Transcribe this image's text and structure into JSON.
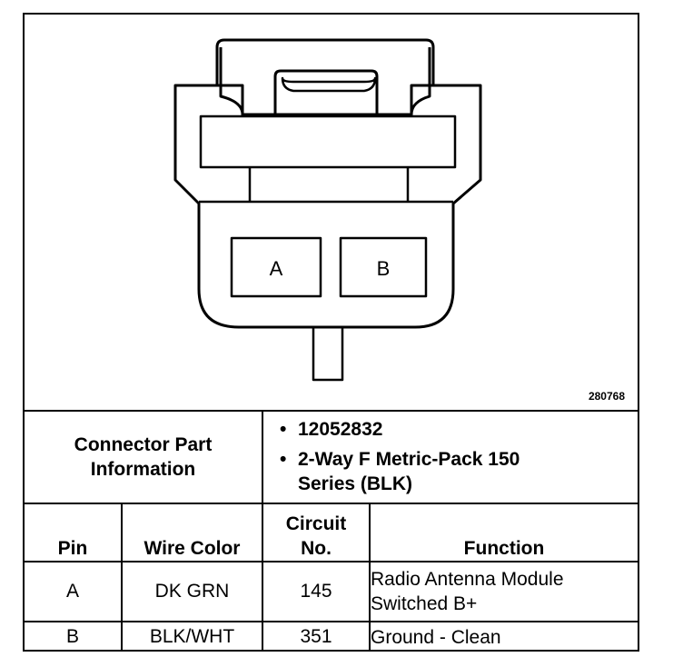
{
  "diagram": {
    "pin_labels": [
      "A",
      "B"
    ],
    "figure_id": "280768"
  },
  "connector_info": {
    "label": "Connector Part Information",
    "items": [
      "12052832",
      "2-Way F Metric-Pack 150 Series (BLK)"
    ]
  },
  "table": {
    "headers": {
      "pin": "Pin",
      "wire_color": "Wire Color",
      "circuit_no": "Circuit No.",
      "function": "Function"
    },
    "rows": [
      {
        "pin": "A",
        "wire_color": "DK GRN",
        "circuit_no": "145",
        "function": "Radio Antenna Module Switched B+"
      },
      {
        "pin": "B",
        "wire_color": "BLK/WHT",
        "circuit_no": "351",
        "function": "Ground - Clean"
      }
    ]
  }
}
